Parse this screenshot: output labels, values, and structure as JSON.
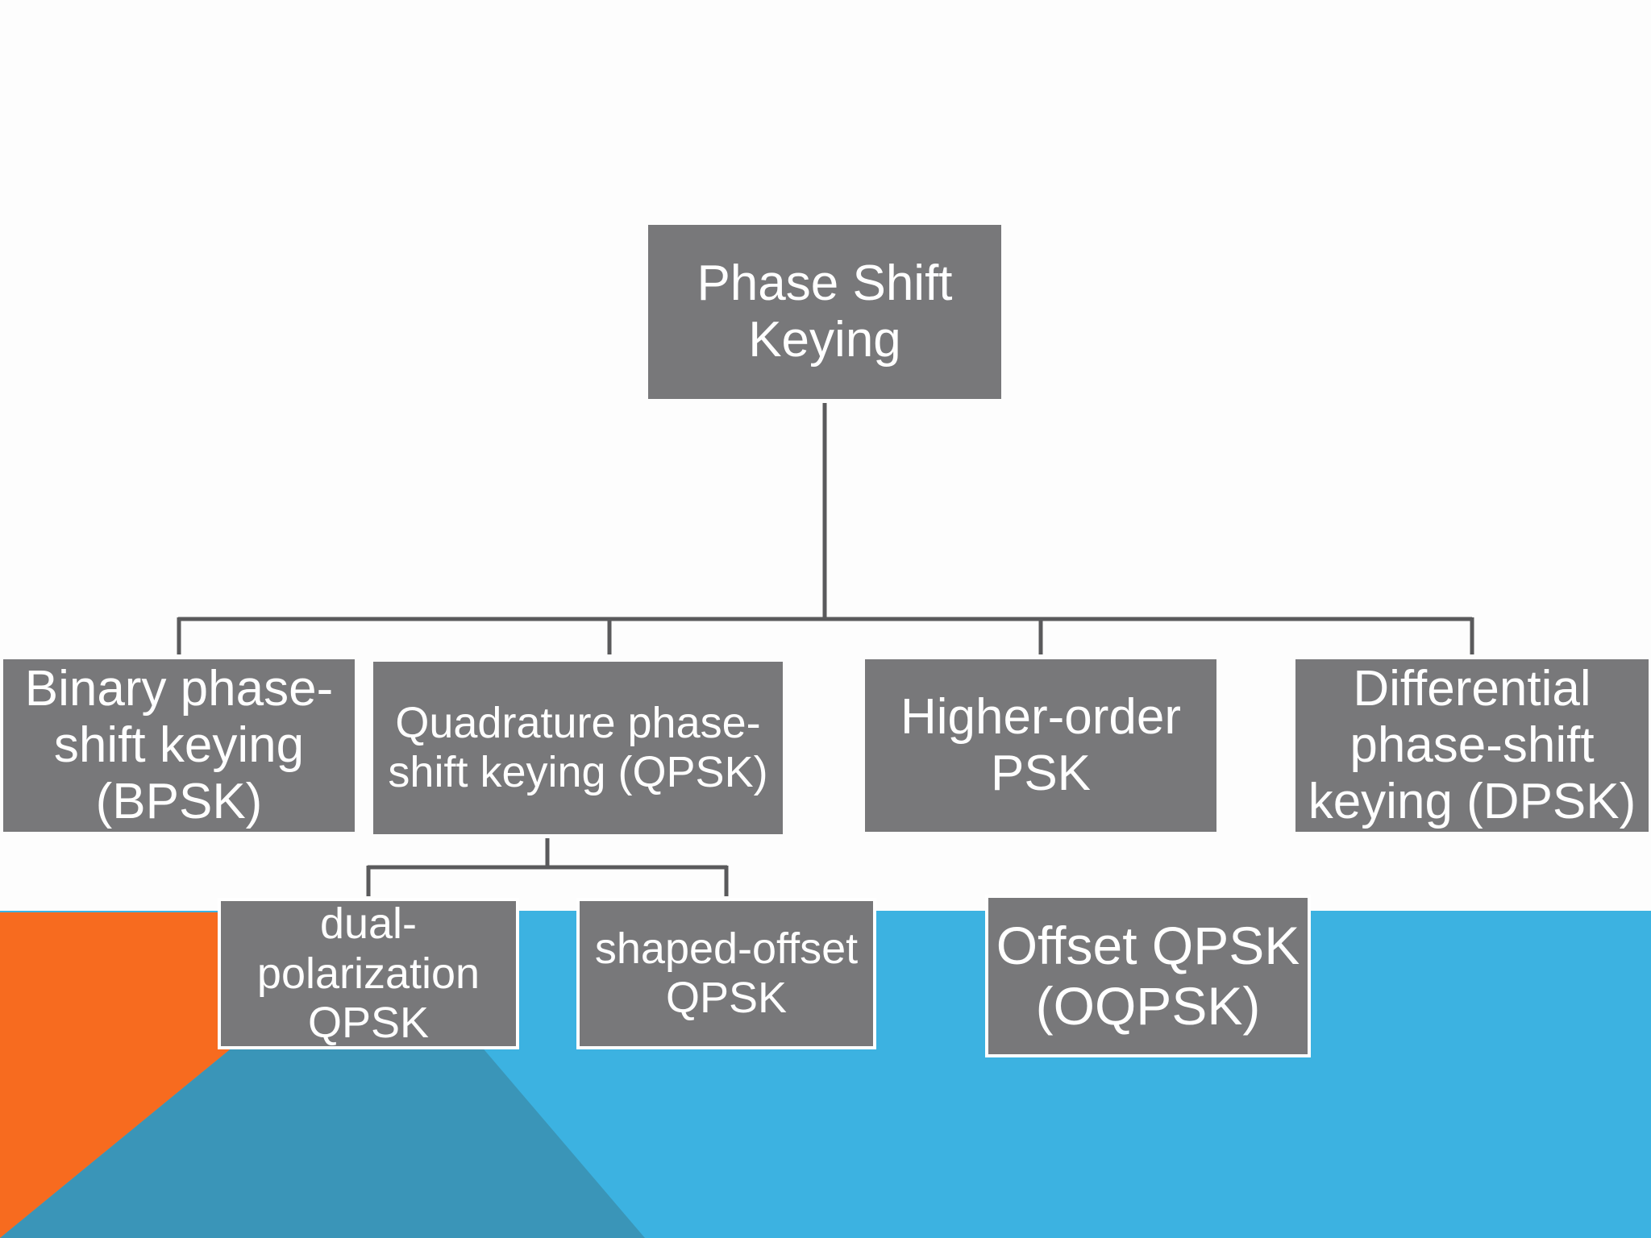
{
  "diagram": {
    "title": "Phase Shift Keying",
    "nodes": {
      "root": "Phase Shift\nKeying",
      "bpsk": "Binary phase-\nshift keying\n(BPSK)",
      "qpsk": "Quadrature phase-\nshift keying (QPSK)",
      "higher_order": "Higher-order\nPSK",
      "dpsk": "Differential\nphase-shift\nkeying (DPSK)",
      "dual_polarization": "dual-\npolarization\nQPSK",
      "shaped_offset": "shaped-offset\nQPSK",
      "oqpsk": "Offset QPSK\n(OQPSK)"
    },
    "edges": [
      [
        "root",
        "bpsk"
      ],
      [
        "root",
        "qpsk"
      ],
      [
        "root",
        "higher_order"
      ],
      [
        "root",
        "dpsk"
      ],
      [
        "qpsk",
        "dual_polarization"
      ],
      [
        "qpsk",
        "shaped_offset"
      ]
    ]
  },
  "colors": {
    "background": "#fdfdfd",
    "node_fill": "#78787a",
    "connector": "#5a5a5c",
    "accent_orange": "#f76b1f",
    "accent_blue": "#3cb2e1",
    "accent_teal": "#3a95b8",
    "node_text": "#ffffff"
  }
}
